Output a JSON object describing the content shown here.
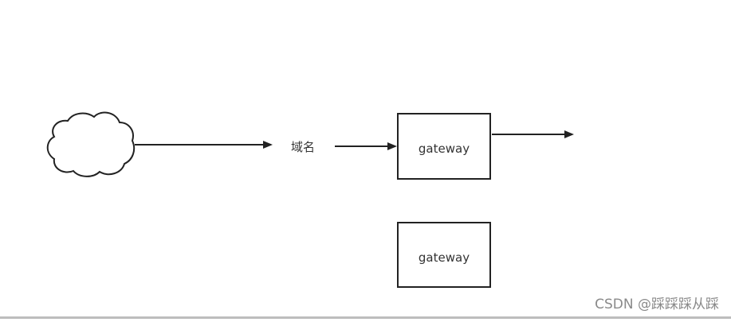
{
  "diagram": {
    "domain_label": "域名",
    "gateway_1_label": "gateway",
    "gateway_2_label": "gateway",
    "watermark_text": "CSDN @踩踩踩从踩"
  },
  "icons": {
    "cloud": "cloud-icon"
  },
  "colors": {
    "stroke": "#222222",
    "text": "#333333",
    "watermark": "#8a8a8a"
  }
}
